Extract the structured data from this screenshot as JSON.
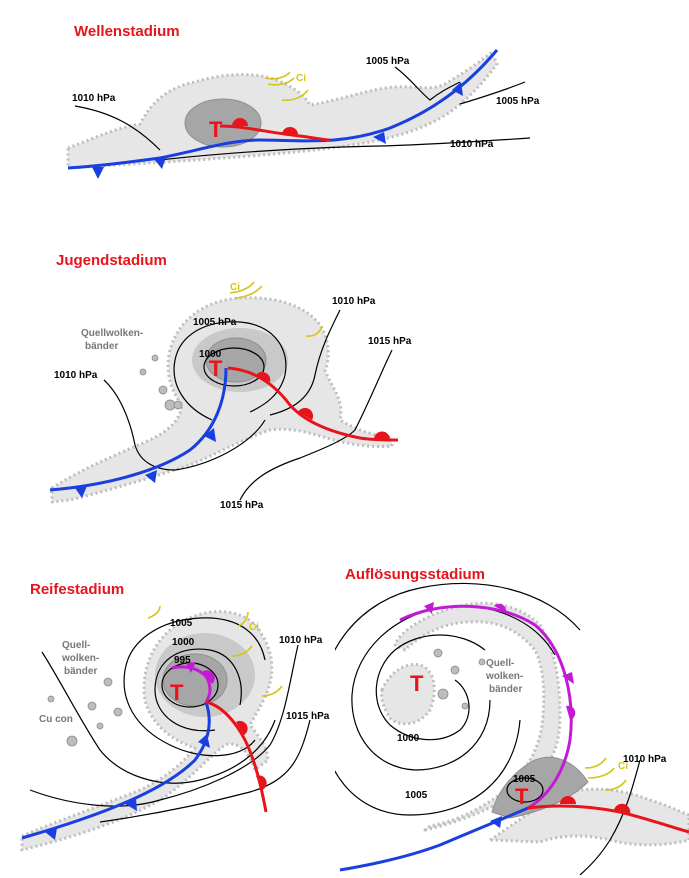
{
  "colors": {
    "title": "#e8141c",
    "cold_front": "#1a3fe0",
    "warm_front": "#e8141c",
    "occlusion": "#c21bd6",
    "cirrus": "#d4c51a",
    "cloud": "#e6e6e6",
    "cloud_dense": "#a6a6a6"
  },
  "panels": {
    "wave": {
      "title": "Wellenstadium",
      "low": "T",
      "cirrus": "Ci",
      "isobars": [
        "1010 hPa",
        "1005 hPa",
        "1005 hPa",
        "1010 hPa"
      ]
    },
    "young": {
      "title": "Jugendstadium",
      "low": "T",
      "cirrus": "Ci",
      "cumulus_bands": [
        "Quellwolken-",
        "bänder"
      ],
      "isobars": [
        "1010 hPa",
        "1005 hPa",
        "1000",
        "1010 hPa",
        "1015 hPa",
        "1015 hPa"
      ]
    },
    "mature": {
      "title": "Reifestadium",
      "low": "T",
      "cirrus": "Ci",
      "cumulus_bands": [
        "Quell-",
        "wolken-",
        "bänder"
      ],
      "cumulus_congestus": "Cu con",
      "isobars": [
        "1005",
        "1000",
        "995",
        "1010 hPa",
        "1015 hPa"
      ]
    },
    "dissolution": {
      "title": "Auflösungsstadium",
      "low": "T",
      "cirrus": "Ci",
      "cumulus_bands": [
        "Quell-",
        "wolken-",
        "bänder"
      ],
      "isobars": [
        "1000",
        "1005",
        "1005",
        "1010 hPa"
      ]
    }
  }
}
